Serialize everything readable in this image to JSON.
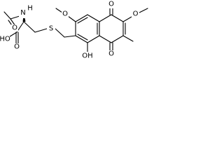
{
  "molecule": {
    "atom_labels": {
      "amide_nitrogen": "N",
      "amide_hydrogen": "H",
      "acetyl_oxygen": "O",
      "acid_hydroxyl": "HO",
      "acid_carbonyl_oxygen": "O",
      "thioether_sulfur": "S",
      "methoxy_oxygen_left": "O",
      "methoxy_oxygen_right": "O",
      "quinone_oxygen_top": "O",
      "quinone_oxygen_bottom": "O",
      "phenol_hydroxyl": "OH"
    },
    "colors": {
      "bond": "#000000",
      "text": "#000000",
      "background": "#ffffff"
    }
  }
}
